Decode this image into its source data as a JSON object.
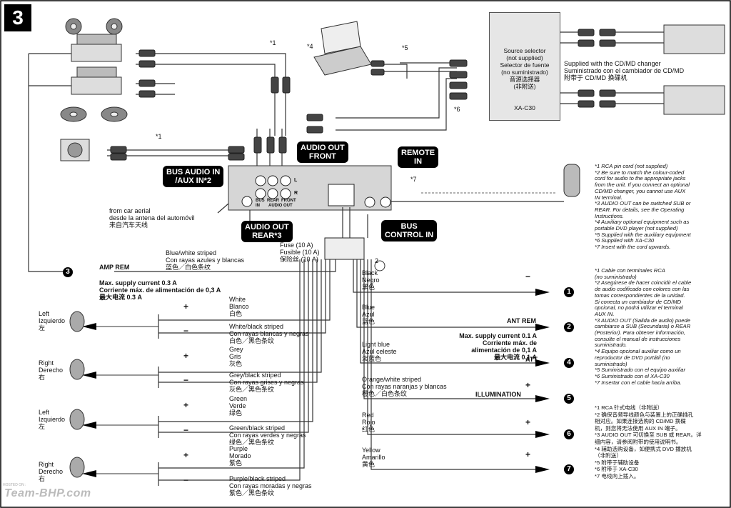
{
  "figure_number": "3",
  "source_selector": {
    "text": "Source selector\n(not supplied)\nSelector de fuente\n(no suministrado)\n音源选择器\n(非附送)",
    "model": "XA-C30"
  },
  "changer_note": "Supplied with the CD/MD changer\nSuministrado con el cambiador de CD/MD\n附带于 CD/MD 换碟机",
  "callouts": {
    "bus_audio_in": "BUS AUDIO IN\n/AUX IN*2",
    "audio_out_front": "AUDIO OUT\nFRONT",
    "audio_out_rear": "AUDIO OUT\nREAR*3",
    "remote_in": "REMOTE\nIN",
    "bus_control_in": "BUS\nCONTROL IN"
  },
  "unit_labels": {
    "l": "L",
    "r": "R",
    "bus_in": "BUS\nIN",
    "rear": "REAR",
    "front": "FRONT",
    "audio_out": "AUDIO OUT"
  },
  "ref_marks": {
    "m1a": "*1",
    "m1b": "*1",
    "m4": "*4",
    "m5": "*5",
    "m6": "*6",
    "m7": "*7",
    "circle2": "2"
  },
  "aerial": "from car aerial\ndesde la antena del automóvil\n来自汽车天线",
  "fuse": "Fuse (10 A)\nFusible (10 A)\n保险丝 (10 A)",
  "amp_rem_left": {
    "wire": "Blue/white striped\nCon rayas azules y blancas\n蓝色／白色条纹",
    "label": "AMP REM",
    "number": "3",
    "supply": "Max. supply current 0.3 A\nCorriente máx. de alimentación de 0,3 A\n最大电流 0.3 A"
  },
  "speakers": [
    {
      "name": "Left\nIzquierdo\n左",
      "plus_wire": "White\nBlanco\n白色",
      "minus_wire": "White/black striped\nCon rayas blancas y negras\n白色／黑色条纹"
    },
    {
      "name": "Right\nDerecho\n右",
      "plus_wire": "Grey\nGris\n灰色",
      "minus_wire": "Grey/black striped\nCon rayas grises y negras\n灰色／黑色条纹"
    },
    {
      "name": "Left\nIzquierdo\n左",
      "plus_wire": "Green\nVerde\n绿色",
      "minus_wire": "Green/black striped\nCon rayas verdes y negras\n绿色／黑色条纹"
    },
    {
      "name": "Right\nDerecho\n右",
      "plus_wire": "Purple\nMorado\n紫色",
      "minus_wire": "Purple/black striped\nCon rayas moradas y negras\n紫色／黑色条纹"
    }
  ],
  "right_wires": [
    {
      "wire": "Black\nNegro\n黑色",
      "number": "1"
    },
    {
      "wire": "Blue\nAzul\n蓝色",
      "label": "ANT REM",
      "supply": "Max. supply current 0.1 A\nCorriente máx. de alimentación de 0,1 A\n最大电流 0.1 A",
      "number": "2"
    },
    {
      "wire": "Light blue\nAzul celeste\n淡蓝色",
      "label": "ATT",
      "number": "4"
    },
    {
      "wire": "Orange/white striped\nCon rayas naranjas y blancas\n橙色／白色条纹",
      "label": "ILLUMINATION",
      "number": "5"
    },
    {
      "wire": "Red\nRojo\n红色",
      "number": "6"
    },
    {
      "wire": "Yellow\nAmarillo\n黄色",
      "number": "7"
    }
  ],
  "notes_en": "*1 RCA pin cord (not supplied)\n*2 Be sure to match the colour-coded\n    cord for audio to the appropriate jacks\n    from the unit. If you connect an optional\n    CD/MD changer, you cannot use AUX\n    IN terminal.\n*3 AUDIO OUT can be switched SUB or\n    REAR. For details, see the Operating\n    Instructions.\n*4 Auxiliary optional equipment such as\n    portable DVD player (not supplied)\n*5 Supplied with the auxiliary equipment\n*6 Supplied with XA-C30\n*7 Insert with the cord upwards.",
  "notes_es": "*1 Cable con terminales RCA\n    (no suministrado)\n*2 Asegúrese de hacer coincidir el cable\n    de audio codificado con colores con las\n    tomas correspondientes de la unidad.\n    Si conecta un cambiador de CD/MD\n    opcional, no podrá utilizar el terminal\n    AUX IN.\n*3 AUDIO OUT (Salida de audio) puede\n    cambiarse a SUB (Secundaria) o REAR\n    (Posterior). Para obtener información,\n    consulte el manual de instrucciones\n    suministrado.\n*4 Equipo opcional auxiliar como un\n    reproductor de DVD portátil (no\n    suministrado)\n*5 Suministrado con el equipo auxiliar\n*6 Suministrado con el XA-C30\n*7 Insertar con el cable hacia arriba.",
  "notes_zh": "*1 RCA 针式电线（非附送）\n*2 确保音频导线颜色与装置上的正确插孔\n    相对应。如果连接选购的 CD/MD 换碟\n    机，则您将无法使用 AUX IN 端子。\n*3 AUDIO OUT 可切换至 SUB 或 REAR。详\n    细内容，请参阅附带的使用说明书。\n*4 辅助选购设备，如便携式 DVD 播放机\n    （非附送）\n*5 附带于辅助设备\n*6 附带于 XA-C30\n*7 电线向上插入。",
  "plus_symbol": "+",
  "minus_symbol": "−",
  "watermark": "Team-BHP.com",
  "watermark_small": "HOSTED ON :"
}
